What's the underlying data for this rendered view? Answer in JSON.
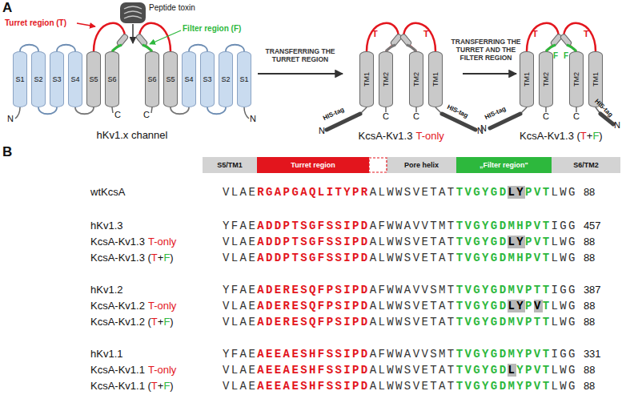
{
  "diagram": {
    "nodes": [
      {
        "text": [
          "S1"
        ]
      },
      {
        "text": [
          "S2"
        ]
      },
      {
        "text": [
          "S3"
        ]
      },
      {
        "text": [
          "S4"
        ]
      },
      {
        "text": [
          "S5"
        ]
      },
      {
        "text": [
          "S6"
        ]
      },
      {
        "text": [
          "S6"
        ]
      },
      {
        "text": [
          "S5"
        ]
      },
      {
        "text": [
          "S4"
        ]
      },
      {
        "text": [
          "S3"
        ]
      },
      {
        "text": [
          "S2"
        ]
      },
      {
        "text": [
          "S1"
        ]
      },
      {
        "text": [
          "TM1"
        ]
      },
      {
        "text": [
          "TM2"
        ]
      },
      {
        "text": [
          "TM2"
        ]
      },
      {
        "text": [
          "TM1"
        ]
      },
      {
        "text": [
          "TM1"
        ]
      },
      {
        "text": [
          "TM2"
        ]
      },
      {
        "text": [
          "TM2"
        ]
      },
      {
        "text": [
          "TM1"
        ]
      },
      {
        "text": [
          "S5/TM1"
        ]
      },
      {
        "text": [
          "Turret region"
        ]
      },
      {
        "text": [
          "Pore helix"
        ]
      },
      {
        "text": [
          "„Filter region\""
        ]
      },
      {
        "text": [
          "S6/TM2"
        ]
      }
    ],
    "edges": [
      {
        "from": 0,
        "to": 1,
        "arrow": "none"
      },
      {
        "from": 1,
        "to": 2,
        "arrow": "none"
      },
      {
        "from": 2,
        "to": 3,
        "arrow": "none"
      },
      {
        "from": 3,
        "to": 4,
        "arrow": "none"
      },
      {
        "from": 4,
        "to": 5,
        "arrow": "none"
      },
      {
        "from": 7,
        "to": 6,
        "arrow": "none"
      },
      {
        "from": 8,
        "to": 7,
        "arrow": "none"
      },
      {
        "from": 9,
        "to": 8,
        "arrow": "none"
      },
      {
        "from": 10,
        "to": 9,
        "arrow": "none"
      },
      {
        "from": 11,
        "to": 10,
        "arrow": "none"
      },
      {
        "from": 12,
        "to": 13,
        "arrow": "none"
      },
      {
        "from": 15,
        "to": 14,
        "arrow": "none"
      },
      {
        "from": 16,
        "to": 17,
        "arrow": "none"
      },
      {
        "from": 19,
        "to": 18,
        "arrow": "none"
      }
    ],
    "labels": [
      "A",
      "Peptide toxin",
      "Turret region (T)",
      "Filter region (F)",
      "N",
      "C",
      "C",
      "N",
      "hKv1.x channel",
      "TRANSFERRING THE TURRET REGION",
      "T",
      "T",
      "HIS-tag",
      "HIS-tag",
      "N",
      "C",
      "C",
      "N",
      "KcsA-Kv1.3",
      "T-only",
      "TRANSFERRING THE TURRET AND THE FILTER REGION",
      "T",
      "F",
      "F",
      "T",
      "HIS-tag",
      "HIS-tag",
      "N",
      "C",
      "C",
      "N",
      "KcsA-Kv1.3 (",
      "T",
      "+",
      "F",
      ")",
      "B",
      "wtKcsA",
      "VLAE",
      "RGAPGAQLITYPR",
      "ALWWSVETAT",
      "TVGYGD",
      "LY",
      "PVT",
      "LWG",
      "88",
      "hKv1.3",
      "YFAE",
      "ADDPTSGFSSIPD",
      "AFWWAVVTMT",
      "TVGYGDMHPVT",
      "IGG",
      "457",
      "KcsA-Kv1.3",
      "T-only",
      "VLAE",
      "ADDPTSGFSSIPD",
      "ALWWSVETAT",
      "TVGYGD",
      "LY",
      "PVT",
      "LWG",
      "88",
      "KcsA-Kv1.3 (",
      "T",
      "+",
      "F",
      ")",
      "VLAE",
      "ADDPTSGFSSIPD",
      "ALWWSVETAT",
      "TVGYGDMHPVT",
      "LWG",
      "88",
      "hKv1.2",
      "YFAE",
      "ADERESQFPSIPD",
      "AFWWAVVSMT",
      "TVGYGDMVPTT",
      "IGG",
      "387",
      "KcsA-Kv1.2",
      "T-only",
      "VLAE",
      "ADERESQFPSIPD",
      "ALWWSVETAT",
      "TVGYGD",
      "LY",
      "P",
      "V",
      "T",
      "LWG",
      "88",
      "KcsA-Kv1.2 (",
      "T",
      "+",
      "F",
      ")",
      "VLAE",
      "ADERESQFPSIPD",
      "ALWWSVETAT",
      "TVGYGDMVPTT",
      "LWG",
      "88",
      "hKv1.1",
      "YFAE",
      "AEEAESHFSSIPD",
      "AFWWAVVSMT",
      "TVGYGDMYPVT",
      "IGG",
      "331",
      "KcsA-Kv1.1",
      "T-only",
      "VLAE",
      "AEEAESHFSSIPD",
      "ALWWSVETAT",
      "TVGYGD",
      "L",
      "YPVT",
      "LWG",
      "88",
      "KcsA-Kv1.1 (",
      "T",
      "+",
      "F",
      ")",
      "VLAE",
      "AEEAESHFSSIPD",
      "ALWWSVETAT",
      "TVGYGDMYPVT",
      "LWG",
      "88"
    ]
  }
}
